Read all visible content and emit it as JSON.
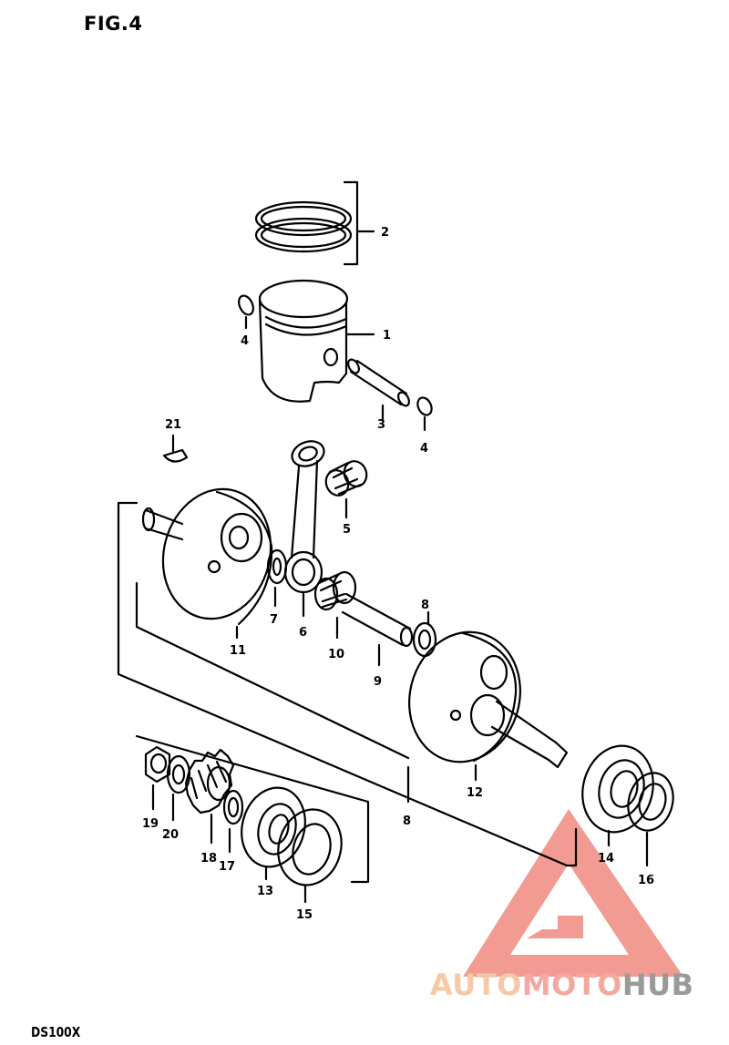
{
  "figure": {
    "title": "FIG.4",
    "model": "DS100X"
  },
  "watermark": {
    "part1": "AUTO",
    "part2": "MOTO",
    "part3": "HUB",
    "colors": {
      "auto": "#f6c9a6",
      "moto": "#f3a9a1",
      "hub": "#9a9a9a",
      "triangle": "#f08a80"
    }
  },
  "callouts": [
    {
      "id": "1",
      "label": "1"
    },
    {
      "id": "2",
      "label": "2"
    },
    {
      "id": "3",
      "label": "3"
    },
    {
      "id": "4a",
      "label": "4"
    },
    {
      "id": "4b",
      "label": "4"
    },
    {
      "id": "5",
      "label": "5"
    },
    {
      "id": "6",
      "label": "6"
    },
    {
      "id": "7",
      "label": "7"
    },
    {
      "id": "8a",
      "label": "8"
    },
    {
      "id": "8b",
      "label": "8"
    },
    {
      "id": "9",
      "label": "9"
    },
    {
      "id": "10",
      "label": "10"
    },
    {
      "id": "11",
      "label": "11"
    },
    {
      "id": "12",
      "label": "12"
    },
    {
      "id": "13",
      "label": "13"
    },
    {
      "id": "14",
      "label": "14"
    },
    {
      "id": "15",
      "label": "15"
    },
    {
      "id": "16",
      "label": "16"
    },
    {
      "id": "17",
      "label": "17"
    },
    {
      "id": "18",
      "label": "18"
    },
    {
      "id": "19",
      "label": "19"
    },
    {
      "id": "20",
      "label": "20"
    },
    {
      "id": "21",
      "label": "21"
    }
  ]
}
